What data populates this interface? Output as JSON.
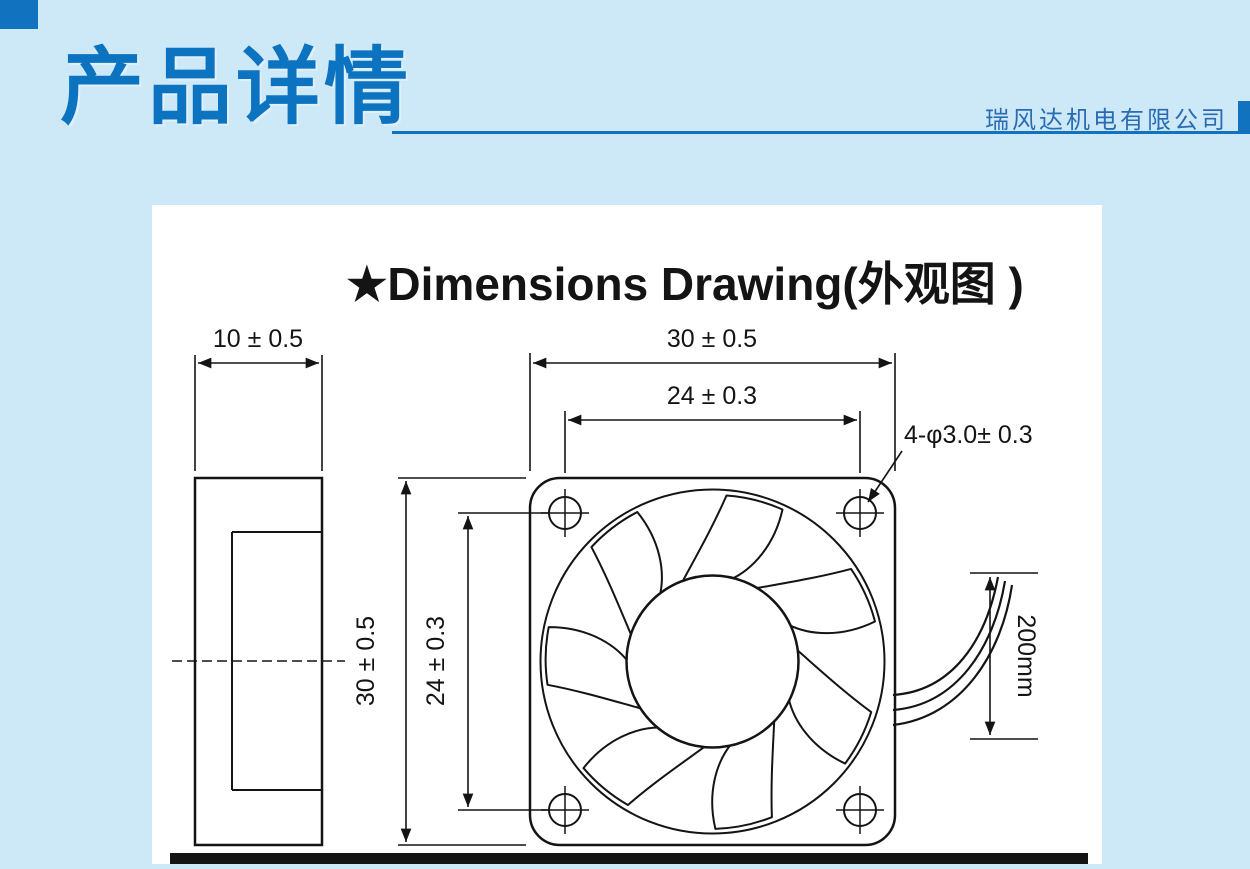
{
  "page": {
    "title": "产品详情",
    "company": "瑞风达机电有限公司"
  },
  "drawing": {
    "title": "★Dimensions Drawing(外观图 )",
    "side_width": "10 ± 0.5",
    "front_width": "30 ± 0.5",
    "hole_pitch_h": "24 ± 0.3",
    "hole_callout": "4-φ3.0± 0.3",
    "front_height": "30 ± 0.5",
    "hole_pitch_v": "24 ± 0.3",
    "lead_length": "200mm"
  }
}
